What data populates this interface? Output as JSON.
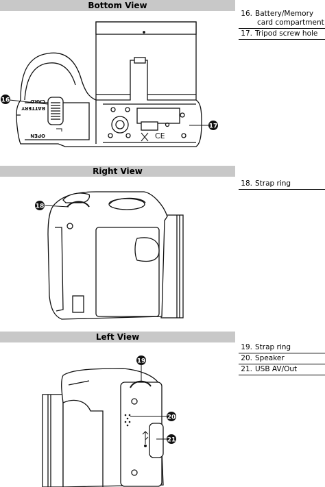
{
  "sections": {
    "bottom": {
      "title": "Bottom View",
      "items": [
        {
          "num": "16.",
          "text": "Battery/Memory",
          "cont": "card compartment"
        },
        {
          "num": "17.",
          "text": "Tripod screw hole"
        }
      ],
      "callouts": [
        "16",
        "17"
      ],
      "door_text": [
        "BATTERY",
        "CARD",
        "OPEN"
      ]
    },
    "right": {
      "title": "Right View",
      "items": [
        {
          "num": "18.",
          "text": "Strap ring"
        }
      ],
      "callouts": [
        "18"
      ]
    },
    "left": {
      "title": "Left View",
      "items": [
        {
          "num": "19.",
          "text": "Strap ring"
        },
        {
          "num": "20.",
          "text": "Speaker"
        },
        {
          "num": "21.",
          "text": "USB AV/Out"
        }
      ],
      "callouts": [
        "19",
        "20",
        "21"
      ]
    }
  }
}
